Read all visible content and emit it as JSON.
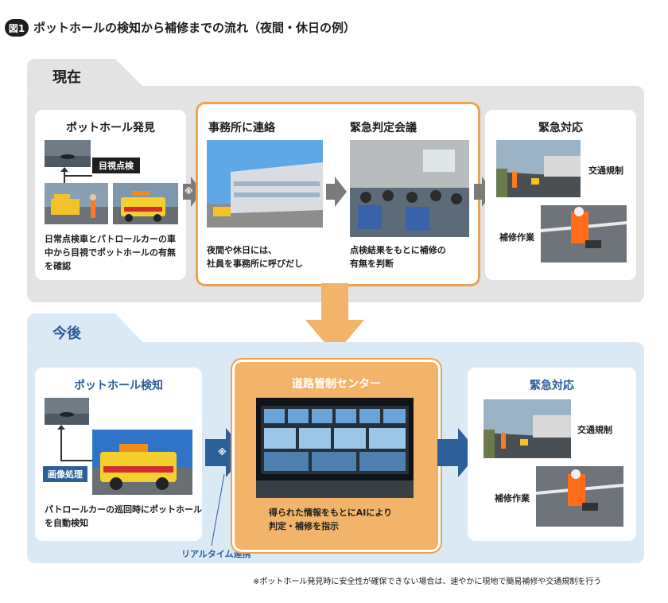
{
  "figure": {
    "badge": "図1",
    "title": "ポットホールの検知から補修までの流れ（夜間・休日の例）"
  },
  "current": {
    "tab": "現在",
    "discovery": {
      "title": "ポットホール発見",
      "chip": "目視点検",
      "desc": [
        "日常点検車とパトロールカーの車",
        "中から目視でポットホールの有無",
        "を確認"
      ]
    },
    "note_mark": "※",
    "office": {
      "title": "事務所に連絡",
      "desc": [
        "夜間や休日には、",
        "社員を事務所に呼びだし"
      ]
    },
    "meeting": {
      "title": "緊急判定会議",
      "desc": [
        "点検結果をもとに補修の",
        "有無を判断"
      ]
    },
    "response": {
      "title": "緊急対応",
      "label1": "交通規制",
      "label2": "補修作業"
    }
  },
  "future": {
    "tab": "今後",
    "detection": {
      "title": "ポットホール検知",
      "chip": "画像処理",
      "desc": [
        "パトロールカーの巡回時にポットホール",
        "を自動検知"
      ]
    },
    "note_mark": "※",
    "realtime": "リアルタイム連携",
    "center": {
      "title": "道路管制センター",
      "desc": [
        "得られた情報をもとにAIにより",
        "判定・補修を指示"
      ]
    },
    "response": {
      "title": "緊急対応",
      "label1": "交通規制",
      "label2": "補修作業"
    }
  },
  "footnote": "※ポットホール発見時に安全性が確保できない場合は、速やかに現地で簡易補修や交通規制を行う",
  "colors": {
    "orange": "#f2b36a",
    "orange_border": "#eda352",
    "blue": "#2d5f99",
    "gray_arrow": "#7b7b7b",
    "gray_panel": "#e3e3e3",
    "blue_panel": "#dbe9f5"
  }
}
